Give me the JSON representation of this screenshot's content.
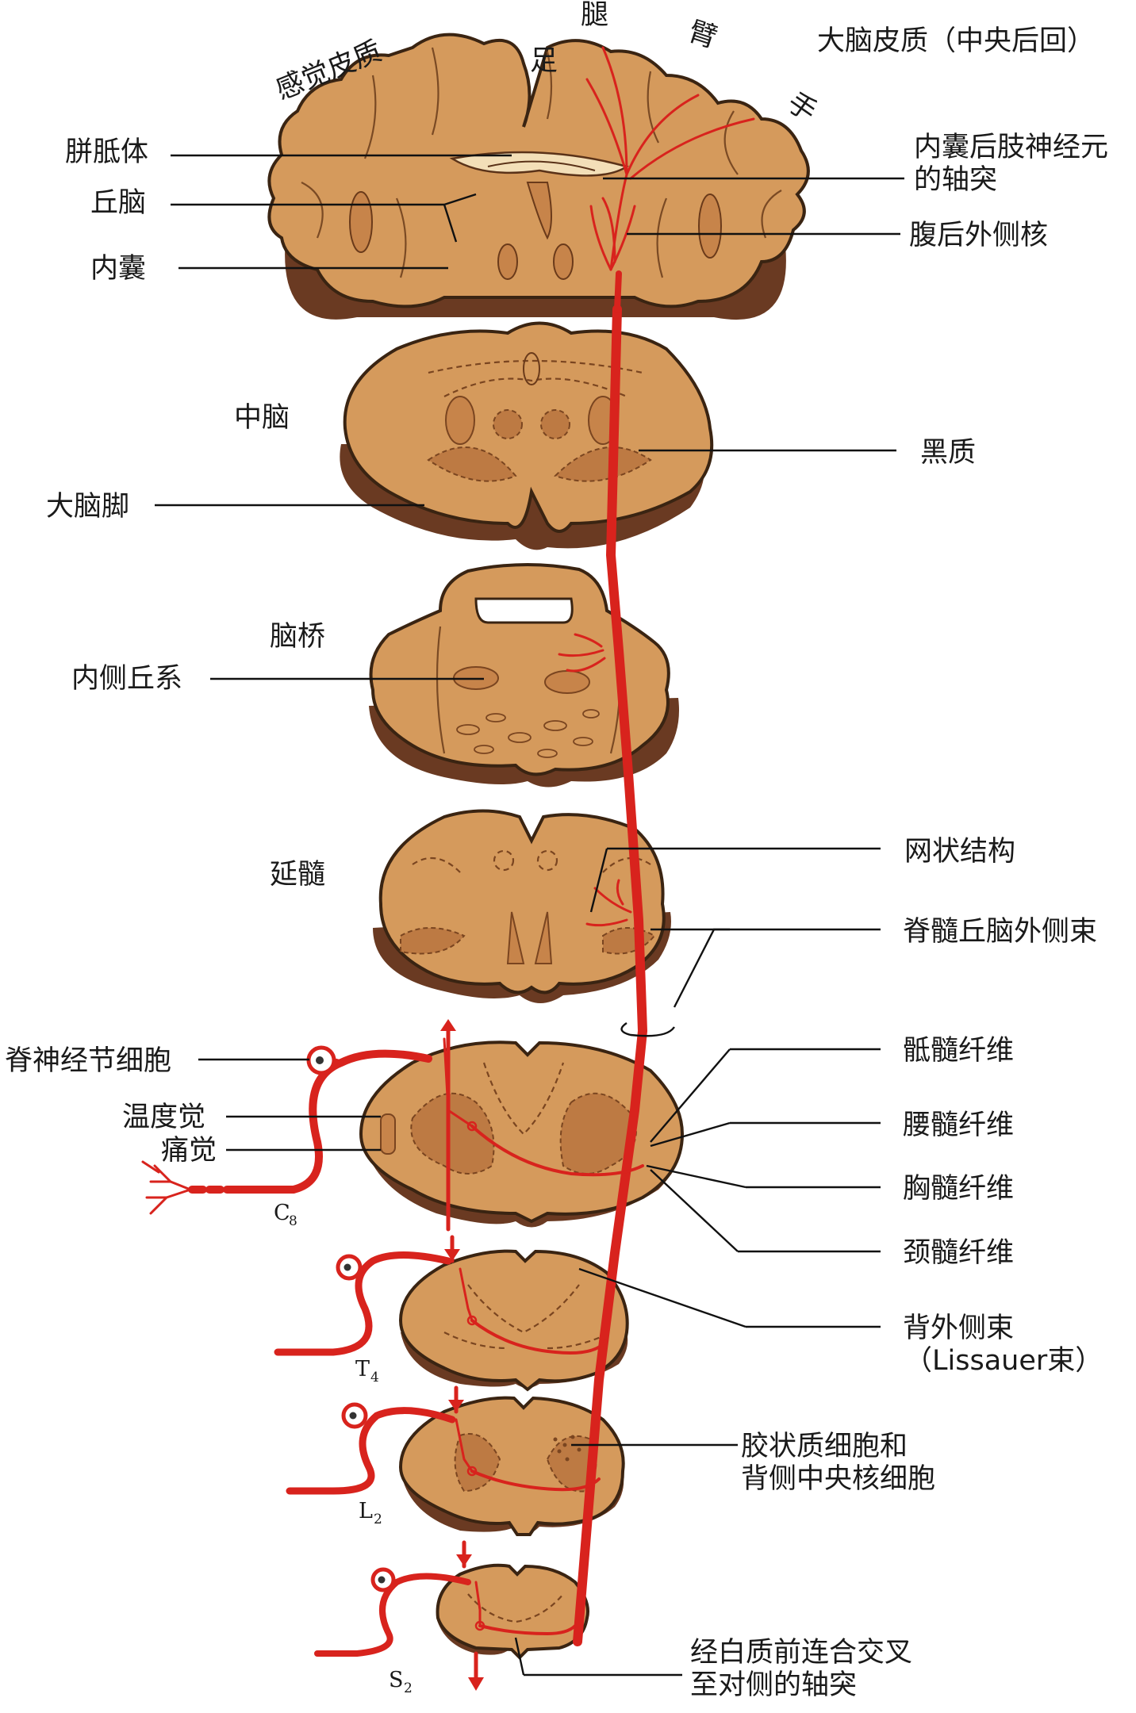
{
  "labels": {
    "sensory_cortex": "感觉皮质",
    "leg": "腿",
    "foot": "足",
    "arm": "臂",
    "hand": "手",
    "cortex_title": "大脑皮质（中央后回）",
    "corpus_callosum": "胼胝体",
    "thalamus": "丘脑",
    "internal_capsule": "内囊",
    "ic_axon_line1": "内囊后肢神经元",
    "ic_axon_line2": "的轴突",
    "vpl": "腹后外侧核",
    "midbrain": "中脑",
    "substantia_nigra": "黑质",
    "cerebral_peduncle": "大脑脚",
    "pons": "脑桥",
    "medial_lemniscus": "内侧丘系",
    "medulla": "延髓",
    "reticular_formation": "网状结构",
    "lateral_spinothalamic": "脊髓丘脑外侧束",
    "sacral_fibers": "骶髓纤维",
    "lumbar_fibers": "腰髓纤维",
    "thoracic_fibers": "胸髓纤维",
    "cervical_fibers": "颈髓纤维",
    "spinal_ganglion": "脊神经节细胞",
    "temperature": "温度觉",
    "pain": "痛觉",
    "lissauer_line1": "背外侧束",
    "lissauer_line2": "（Lissauer束）",
    "gelatinosa_line1": "胶状质细胞和",
    "gelatinosa_line2": "背侧中央核细胞",
    "decussation_line1": "经白质前连合交叉",
    "decussation_line2": "至对侧的轴突"
  },
  "segments": {
    "c8_letter": "C",
    "c8_sub": "8",
    "t4_letter": "T",
    "t4_sub": "4",
    "l2_letter": "L",
    "l2_sub": "2",
    "s2_letter": "S",
    "s2_sub": "2"
  },
  "colors": {
    "tract": "#d8231d",
    "tissue": "#d59a5c",
    "outline": "#3a2412"
  }
}
